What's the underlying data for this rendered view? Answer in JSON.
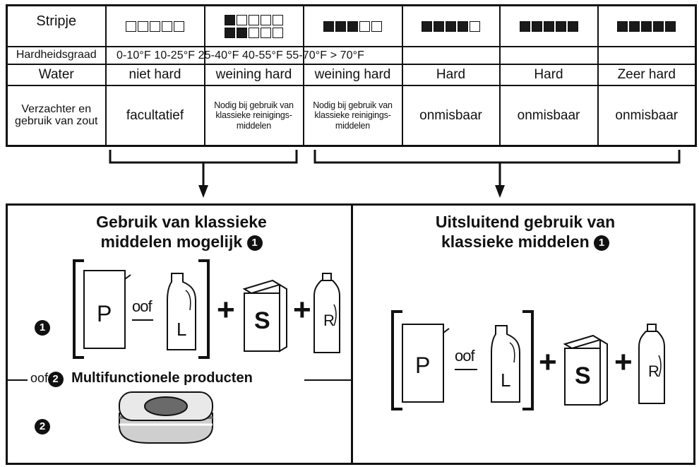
{
  "table": {
    "row_headers": {
      "strip": "Stripje",
      "hardness": "Hardheidsgraad",
      "water": "Water",
      "softener": "Verzachter en gebruik van zout"
    },
    "strips": [
      {
        "filled": 0,
        "total": 5
      },
      {
        "top_filled": 1,
        "bottom_filled": 2,
        "total": 5
      },
      {
        "filled": 3,
        "total": 5
      },
      {
        "filled": 4,
        "total": 5
      },
      {
        "filled": 5,
        "total": 5
      },
      {
        "filled": 5,
        "total": 5
      }
    ],
    "hardness_values": "0-10°F 10-25°F 25-40°F 40-55°F 55-70°F > 70°F",
    "water": [
      "niet hard",
      "weining hard",
      "weining hard",
      "Hard",
      "Hard",
      "Zeer hard"
    ],
    "softener": [
      "facultatief",
      "Nodig bij gebruik van klassieke reinigings-middelen",
      "Nodig bij gebruik van klassieke reinigings-middelen",
      "onmisbaar",
      "onmisbaar",
      "onmisbaar"
    ]
  },
  "left_panel": {
    "title_line1": "Gebruik van klassieke",
    "title_line2": "middelen mogelijk",
    "marker1": "1",
    "marker2": "2",
    "products": {
      "powder": "P",
      "liquid": "L",
      "salt": "S",
      "rinse": "R",
      "or": "oof"
    },
    "multi_label": "Multifunctionele producten",
    "multi_prefix": "oof"
  },
  "right_panel": {
    "title_line1": "Uitsluitend gebruik van",
    "title_line2": "klassieke middelen",
    "marker": "1",
    "products": {
      "powder": "P",
      "liquid": "L",
      "salt": "S",
      "rinse": "R",
      "or": "oof"
    }
  },
  "plus": "+"
}
